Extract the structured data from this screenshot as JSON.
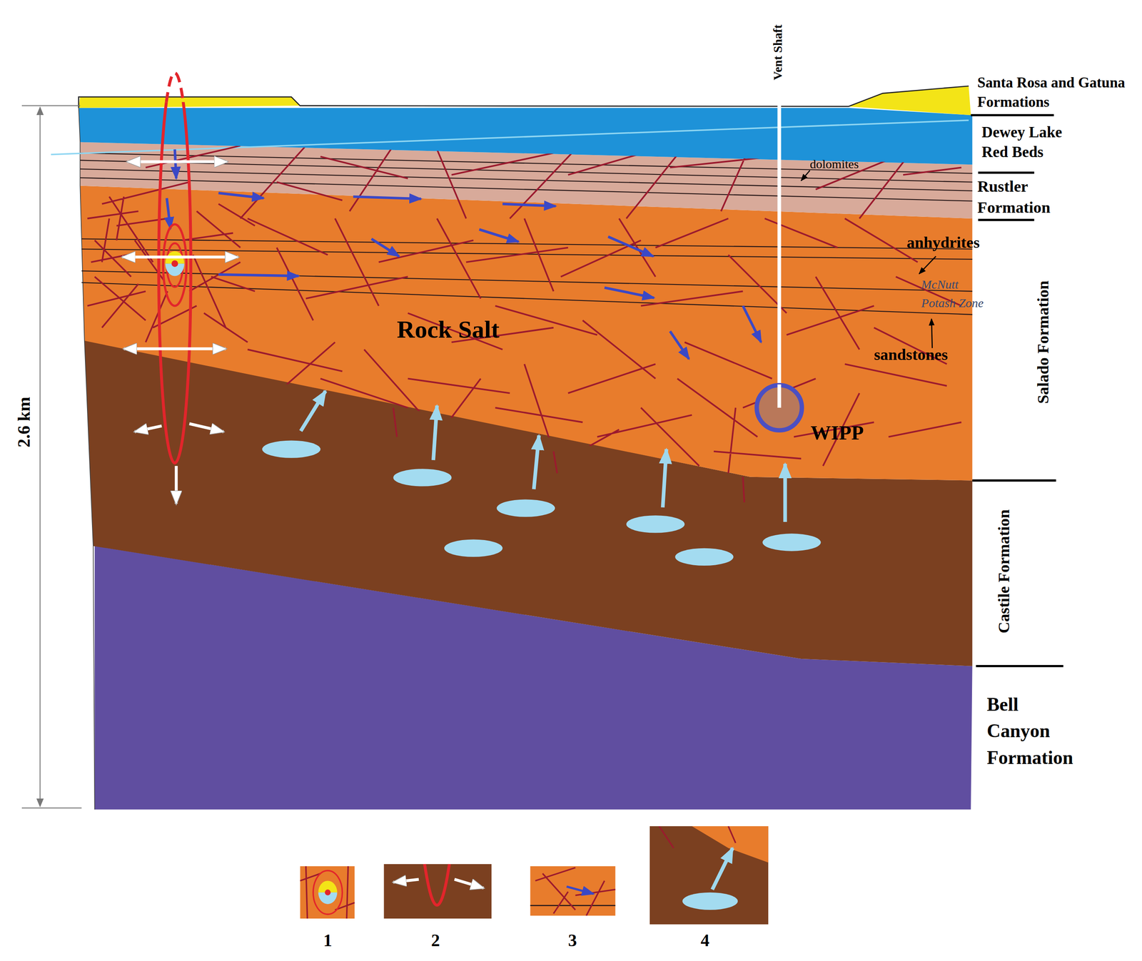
{
  "diagram": {
    "labels": [
      "Vent Shaft",
      "Santa Rosa and Gatuna Formations",
      "Dewey Lake Red Beds",
      "Rustler Formation",
      "dolomites",
      "anhydrites",
      "McNutt Potash Zone",
      "sandstones",
      "Salado Formation",
      "Rock Salt",
      "WIPP",
      "Castile Formation",
      "Bell Canyon Formation",
      "2.6 km"
    ],
    "legend": [
      {
        "text": "1"
      },
      {
        "text": "2"
      },
      {
        "text": "3"
      },
      {
        "text": "4"
      }
    ]
  }
}
